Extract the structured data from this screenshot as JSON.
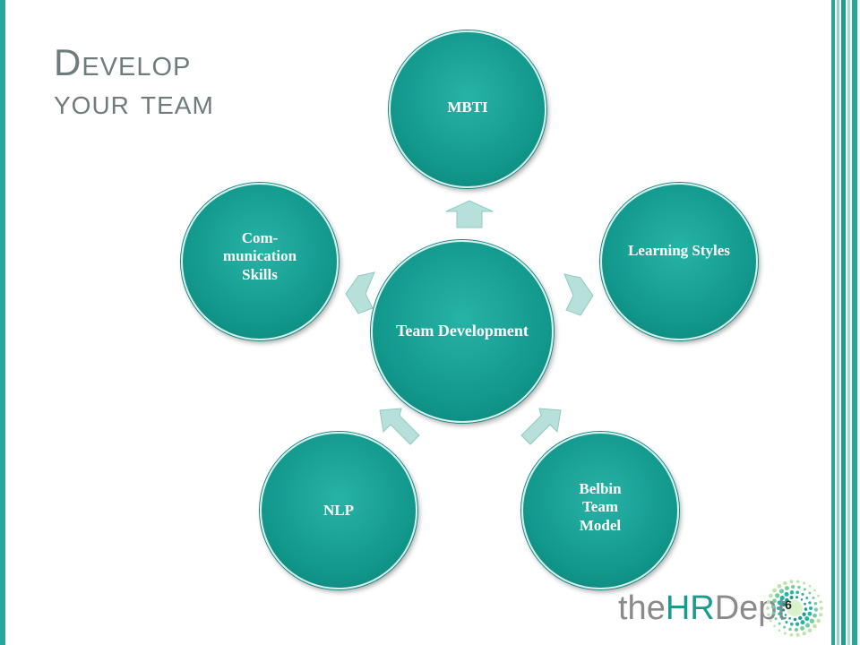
{
  "slide": {
    "title_line1": "Develop",
    "title_line2": "your team",
    "slide_number": "6"
  },
  "diagram": {
    "center": {
      "label": "Team Development"
    },
    "nodes": [
      {
        "id": "mbti",
        "label": "MBTI"
      },
      {
        "id": "learning",
        "label": "Learning Styles"
      },
      {
        "id": "belbin",
        "label": "Belbin Team Model"
      },
      {
        "id": "nlp",
        "label": "NLP"
      },
      {
        "id": "communication",
        "label": "Com-\nmunication Skills"
      }
    ]
  },
  "logo": {
    "text_prefix": "the",
    "text_highlight": "HR",
    "text_suffix": "Dept"
  },
  "colors": {
    "circle": "#12988c",
    "arrow": "#b8e0da",
    "border": "#2aa699",
    "title": "#6f7b7c"
  },
  "icons": {
    "logo_mark": "dotted-spiral-icon"
  }
}
